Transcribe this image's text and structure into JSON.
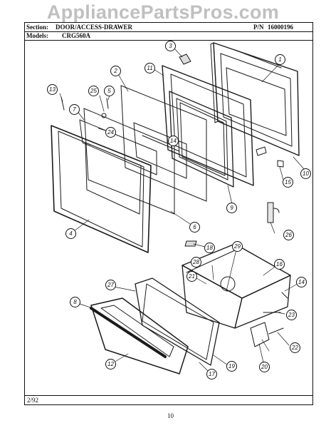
{
  "watermark": "AppliancePartsPros.com",
  "header": {
    "section_label": "Section:",
    "section_value": "DOOR/ACCESS-DRAWER",
    "pn_label": "P/N",
    "pn_value": "16000196",
    "models_label": "Models:",
    "models_value": "CRG560A"
  },
  "callouts": [
    "1",
    "2",
    "3",
    "4",
    "5",
    "6",
    "7",
    "8",
    "9",
    "10",
    "11",
    "12",
    "13",
    "14",
    "14",
    "15",
    "16",
    "17",
    "18",
    "19",
    "20",
    "21",
    "22",
    "23",
    "24",
    "25",
    "26",
    "27",
    "28",
    "29"
  ],
  "footer": {
    "date": "2/92",
    "page": "10"
  }
}
